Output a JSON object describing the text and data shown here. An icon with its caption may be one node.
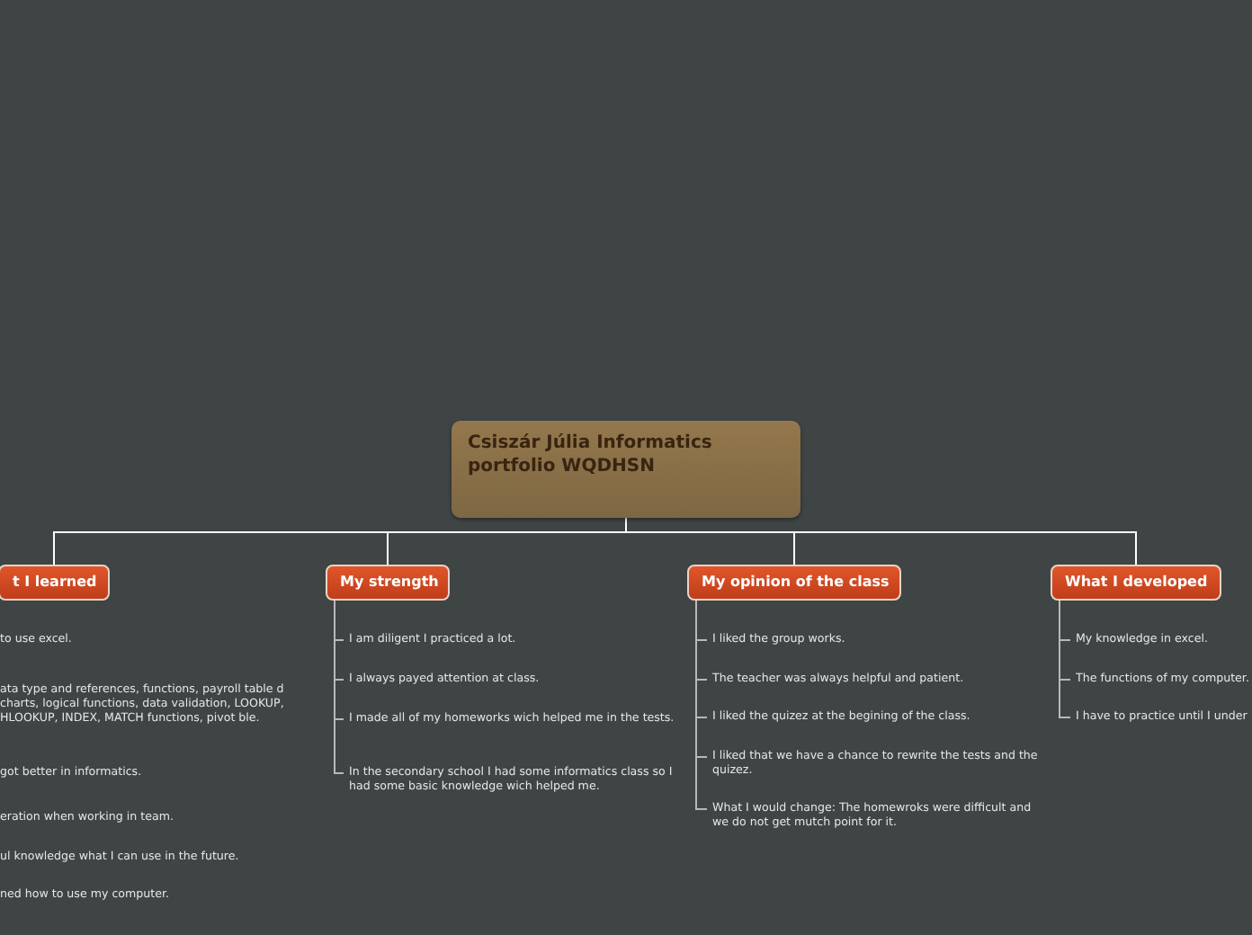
{
  "diagram": {
    "nodes": [
      {
        "text": [
          "Csiszár Júlia Informatics portfolio WQDHSN"
        ]
      },
      {
        "text": [
          "t I learned"
        ]
      },
      {
        "text": [
          "My strength"
        ]
      },
      {
        "text": [
          "I am diligent I practiced a lot."
        ]
      },
      {
        "text": [
          "I always payed attention at class."
        ]
      },
      {
        "text": [
          "I made all of my homeworks wich helped me in the tests."
        ]
      },
      {
        "text": [
          "In the secondary school I had some informatics class so I had some basic knowledge wich helped me."
        ]
      },
      {
        "text": [
          "My opinion of the class"
        ]
      },
      {
        "text": [
          "I liked the group works."
        ]
      },
      {
        "text": [
          "The teacher was always helpful and patient."
        ]
      },
      {
        "text": [
          "I liked the quizez at the begining of the class."
        ]
      },
      {
        "text": [
          "I liked that we have a chance to rewrite the tests and the quizez."
        ]
      },
      {
        "text": [
          "What I would change: The homewroks were difficult and we do not get mutch point for it."
        ]
      },
      {
        "text": [
          "What I developed"
        ]
      },
      {
        "text": [
          "My knowledge in excel."
        ]
      },
      {
        "text": [
          "The functions of my computer."
        ]
      },
      {
        "text": [
          "I have to practice until I under"
        ]
      }
    ],
    "edges": [
      {
        "from": 0,
        "to": 1,
        "arrow": "none"
      },
      {
        "from": 0,
        "to": 2,
        "arrow": "none"
      },
      {
        "from": 0,
        "to": 7,
        "arrow": "none"
      },
      {
        "from": 0,
        "to": 13,
        "arrow": "none"
      },
      {
        "from": 2,
        "to": 3,
        "arrow": "none"
      },
      {
        "from": 2,
        "to": 4,
        "arrow": "none"
      },
      {
        "from": 2,
        "to": 5,
        "arrow": "none"
      },
      {
        "from": 2,
        "to": 6,
        "arrow": "none"
      },
      {
        "from": 7,
        "to": 8,
        "arrow": "none"
      },
      {
        "from": 7,
        "to": 9,
        "arrow": "none"
      },
      {
        "from": 7,
        "to": 10,
        "arrow": "none"
      },
      {
        "from": 7,
        "to": 11,
        "arrow": "none"
      },
      {
        "from": 7,
        "to": 12,
        "arrow": "none"
      },
      {
        "from": 13,
        "to": 14,
        "arrow": "none"
      },
      {
        "from": 13,
        "to": 15,
        "arrow": "none"
      },
      {
        "from": 13,
        "to": 16,
        "arrow": "none"
      }
    ],
    "labels": [
      "to use excel.",
      "ata type and references, functions, payroll table d charts, logical functions, data validation, LOOKUP, HLOOKUP, INDEX, MATCH functions, pivot ble.",
      "got better in informatics.",
      "eration when working in team.",
      "ul knowledge what I can use in the future.",
      "ned how to use my computer."
    ]
  }
}
